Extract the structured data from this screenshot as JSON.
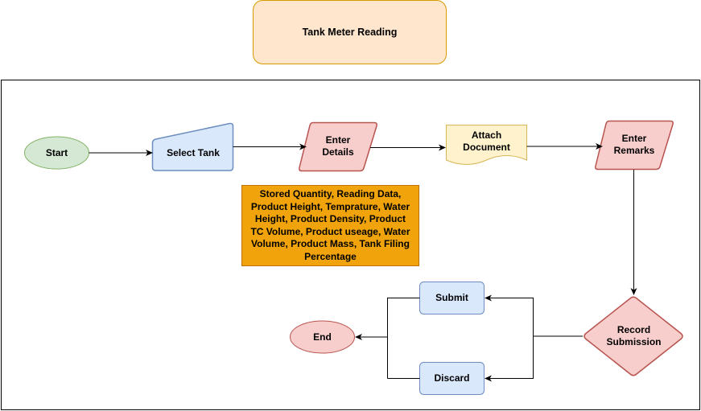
{
  "title": "Tank Meter Reading",
  "nodes": {
    "start": "Start",
    "select_tank": "Select Tank",
    "enter_details": "Enter\nDetails",
    "attach_document": "Attach\nDocument",
    "enter_remarks": "Enter\nRemarks",
    "details_note": "Stored Quantity, Reading Data,\nProduct Height, Temprature, Water\nHeight, Product Density, Product\nTC Volume, Product useage, Water\nVolume, Product Mass, Tank Filing\nPercentage",
    "record_submission": "Record\nSubmission",
    "submit": "Submit",
    "discard": "Discard",
    "end": "End"
  },
  "colors": {
    "title_fill": "#ffe6cc",
    "title_stroke": "#d79b00",
    "start_fill": "#d5e8d4",
    "start_stroke": "#82b366",
    "blue_fill": "#dae8fc",
    "blue_stroke": "#6c8ebf",
    "red_fill": "#f8cecc",
    "red_stroke": "#b85450",
    "doc_fill": "#fff2cc",
    "doc_stroke": "#d6b656",
    "note_fill": "#f0a30a",
    "note_stroke": "#bd7000"
  }
}
